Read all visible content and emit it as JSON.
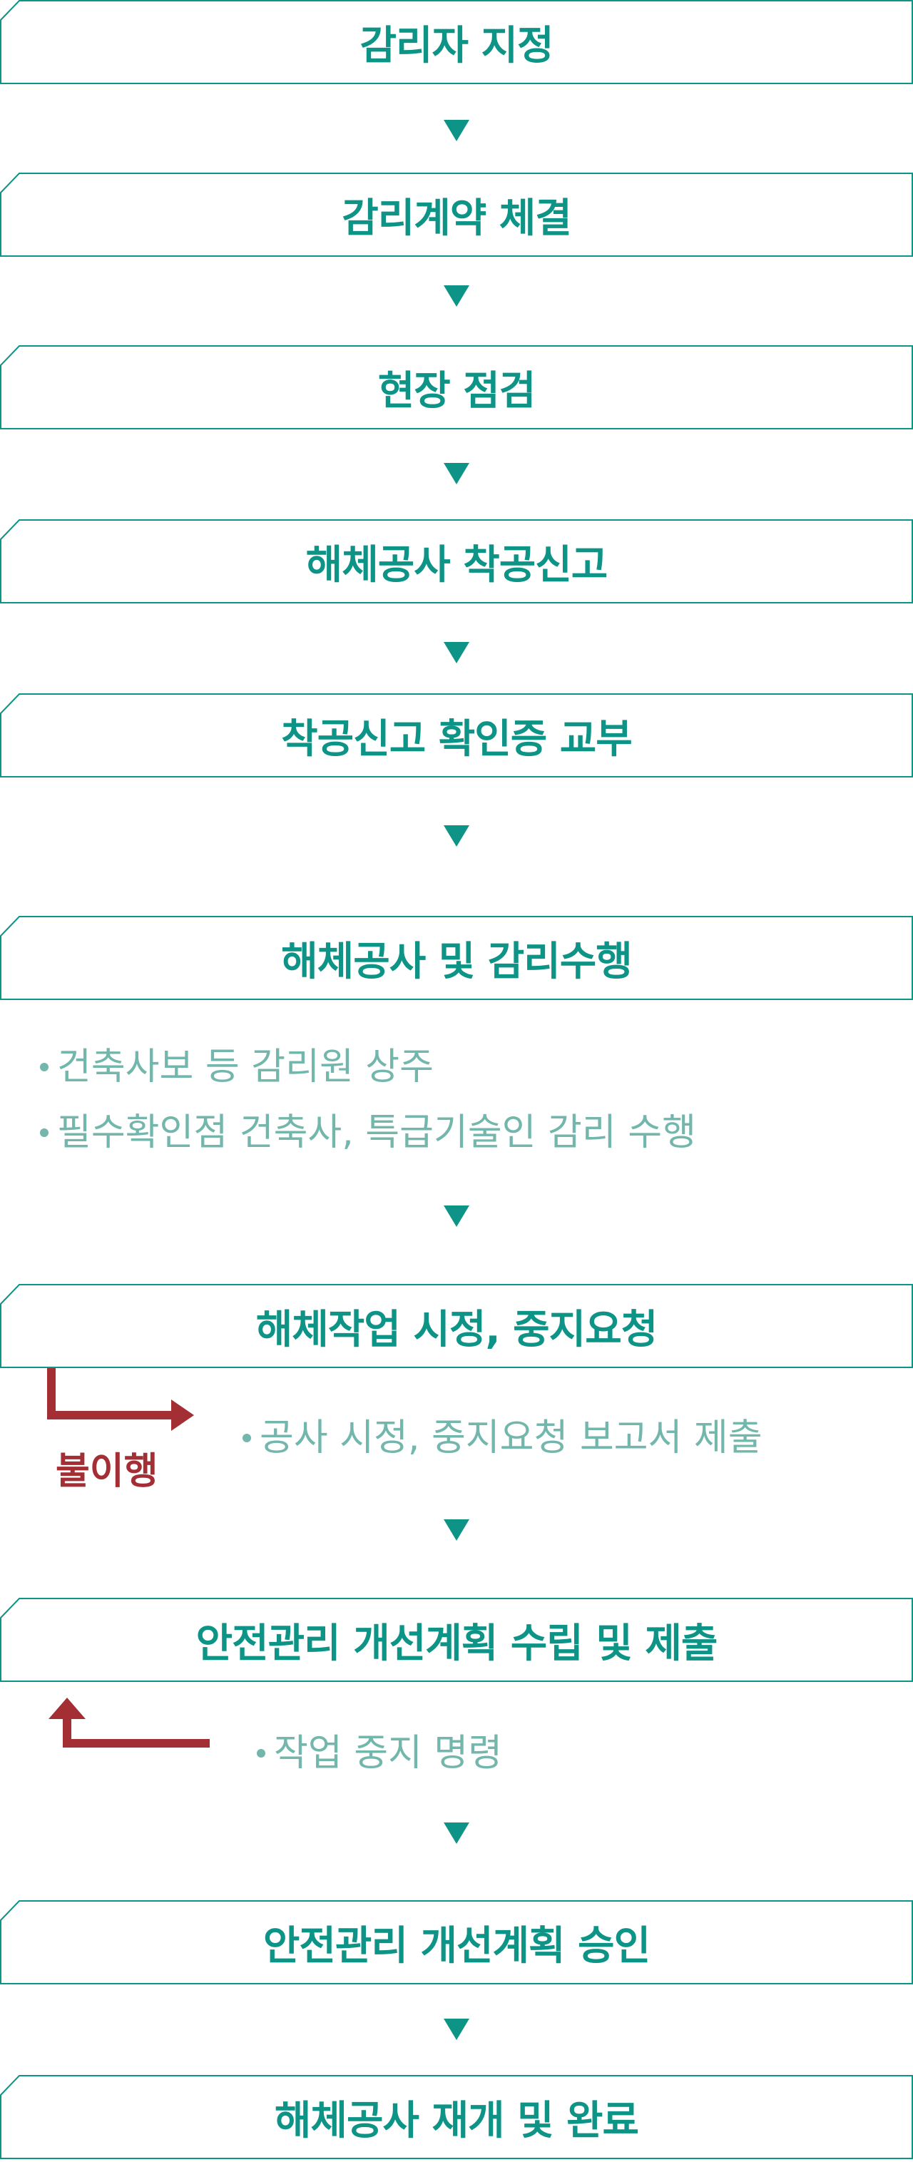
{
  "colors": {
    "accent": "#0e9486",
    "bullet_text": "#72b6ac",
    "warning": "#a32f35"
  },
  "steps": [
    {
      "label": "감리자 지정"
    },
    {
      "label": "감리계약 체결"
    },
    {
      "label": "현장 점검"
    },
    {
      "label": "해체공사 착공신고"
    },
    {
      "label": "착공신고 확인증 교부"
    },
    {
      "label": "해체공사 및 감리수행"
    },
    {
      "label": "해체작업 시정, 중지요청"
    },
    {
      "label": "안전관리 개선계획 수립 및 제출"
    },
    {
      "label": "안전관리 개선계획 승인"
    },
    {
      "label": "해체공사 재개 및 완료"
    }
  ],
  "supervision_notes": [
    "건축사보 등 감리원 상주",
    "필수확인점 건축사, 특급기술인 감리 수행"
  ],
  "correction_note": "공사 시정, 중지요청 보고서 제출",
  "noncompliance_label": "불이행",
  "stop_order_note": "작업 중지 명령"
}
